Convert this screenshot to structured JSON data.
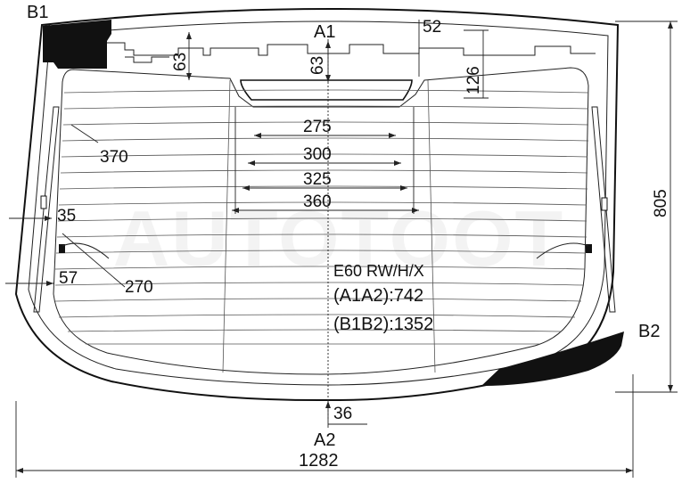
{
  "labels": {
    "a1": "A1",
    "a2": "A2",
    "b1": "B1",
    "b2": "B2"
  },
  "dimensions": {
    "d52": "52",
    "d63_left": "63",
    "d63_center": "63",
    "d126": "126",
    "d275": "275",
    "d300": "300",
    "d325": "325",
    "d360": "360",
    "d370": "370",
    "d35": "35",
    "d57": "57",
    "d270": "270",
    "d36": "36",
    "d805": "805",
    "d1282": "1282"
  },
  "spec": {
    "model": "E60 RW/H/X",
    "a1a2": "(A1A2):742",
    "b1b2": "(B1B2):1352"
  },
  "watermark": "AUTOTOOT",
  "colors": {
    "line": "#111111",
    "fill_black": "#111111",
    "background": "#ffffff"
  }
}
